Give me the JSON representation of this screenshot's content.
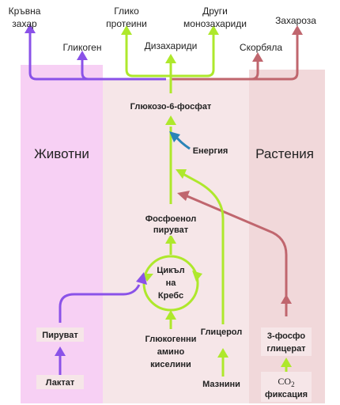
{
  "regions": {
    "animals": "Животни",
    "plants": "Растения"
  },
  "top_labels": {
    "blood_sugar_1": "Кръвна",
    "blood_sugar_2": "захар",
    "glycogen": "Гликоген",
    "glycoproteins_1": "Глико",
    "glycoproteins_2": "протеини",
    "disaccharides": "Дизахариди",
    "other_mono_1": "Други",
    "other_mono_2": "монозахариди",
    "starch": "Скорбяла",
    "sucrose": "Захароза"
  },
  "nodes": {
    "g6p": "Глюкозо-6-фосфат",
    "energy": "Енергия",
    "pep_1": "Фосфоенол",
    "pep_2": "пируват",
    "krebs_1": "Цикъл",
    "krebs_2": "на",
    "krebs_3": "Кребс",
    "pyruvate": "Пируват",
    "lactate": "Лактат",
    "glucogenic_1": "Глюкогенни",
    "glucogenic_2": "амино",
    "glucogenic_3": "киселини",
    "glycerol": "Глицерол",
    "fats": "Мазнини",
    "pga_1": "3-фосфо",
    "pga_2": "глицерат",
    "co2": "CO",
    "co2_sub": "2",
    "fixation": "фиксация"
  },
  "colors": {
    "green": "#aee82c",
    "purple": "#8a52e8",
    "red": "#c0666e",
    "blue": "#2a84b8",
    "animal_bg": "#f7d0f4",
    "center_bg": "#f6e6e8",
    "plant_bg": "#f1d8da"
  }
}
